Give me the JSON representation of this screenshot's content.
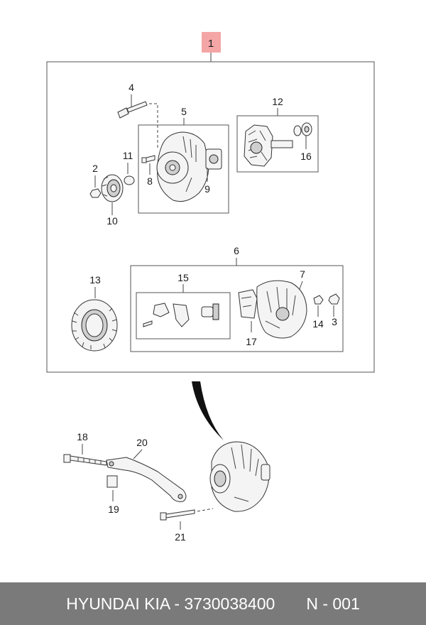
{
  "diagram": {
    "main_callout": "1",
    "main_callout_color": "#f4a6a6",
    "callouts": {
      "c2": "2",
      "c3": "3",
      "c4": "4",
      "c5": "5",
      "c6": "6",
      "c7": "7",
      "c8": "8",
      "c9": "9",
      "c10": "10",
      "c11": "11",
      "c12": "12",
      "c13": "13",
      "c14": "14",
      "c15": "15",
      "c16": "16",
      "c17": "17",
      "c18": "18",
      "c19": "19",
      "c20": "20",
      "c21": "21"
    }
  },
  "footer": {
    "brand_part": "HYUNDAI KIA - 3730038400",
    "page_code": "N - 001",
    "background": "#7a7a7a"
  }
}
